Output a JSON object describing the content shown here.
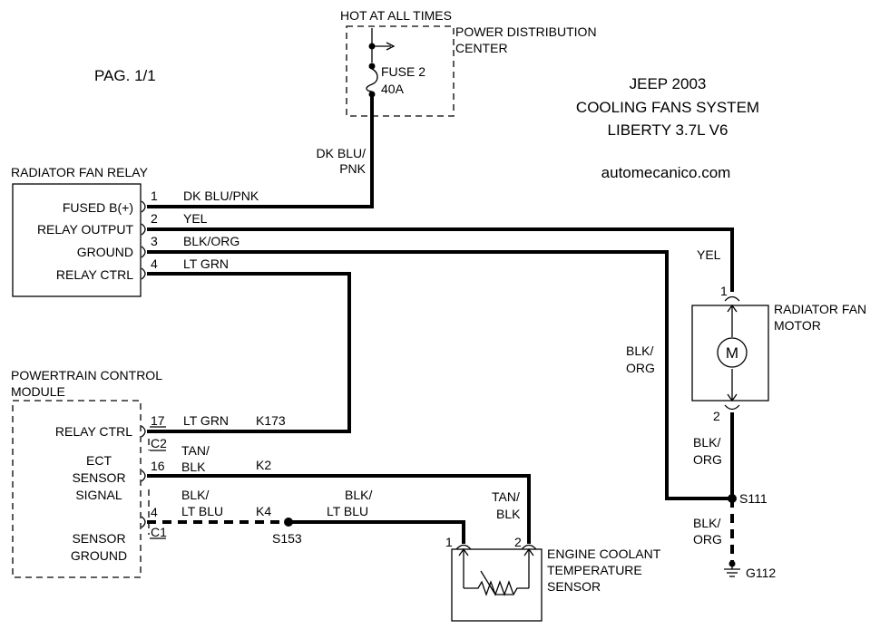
{
  "page_label": "PAG. 1/1",
  "title": {
    "line1": "JEEP 2003",
    "line2": "COOLING FANS SYSTEM",
    "line3": "LIBERTY 3.7L V6",
    "site": "automecanico.com"
  },
  "pdc": {
    "hot_label": "HOT AT ALL TIMES",
    "name_line1": "POWER DISTRIBUTION",
    "name_line2": "CENTER",
    "fuse_name": "FUSE 2",
    "fuse_rating": "40A"
  },
  "relay": {
    "title": "RADIATOR FAN RELAY",
    "pins": [
      {
        "label": "FUSED B(+)",
        "num": "1",
        "wire": "DK BLU/PNK"
      },
      {
        "label": "RELAY OUTPUT",
        "num": "2",
        "wire": "YEL"
      },
      {
        "label": "GROUND",
        "num": "3",
        "wire": "BLK/ORG"
      },
      {
        "label": "RELAY CTRL",
        "num": "4",
        "wire": "LT GRN"
      }
    ]
  },
  "wires": {
    "pdc_feed_line1": "DK BLU/",
    "pdc_feed_line2": "PNK",
    "motor_feed": "YEL",
    "relay_ground_line1": "BLK/",
    "relay_ground_line2": "ORG",
    "motor_ground_line1": "BLK/",
    "motor_ground_line2": "ORG",
    "g112_line1": "BLK/",
    "g112_line2": "ORG",
    "sensor_signal_line1": "TAN/",
    "sensor_signal_line2": "BLK",
    "s153_line1": "BLK/",
    "s153_line2": "LT BLU"
  },
  "motor": {
    "name_line1": "RADIATOR FAN",
    "name_line2": "MOTOR",
    "symbol": "M",
    "pin1": "1",
    "pin2": "2"
  },
  "splices": {
    "s111": "S111",
    "s153": "S153",
    "g112": "G112"
  },
  "pcm": {
    "title_line1": "POWERTRAIN CONTROL",
    "title_line2": "MODULE",
    "relay_ctrl": {
      "label": "RELAY CTRL",
      "pin": "17",
      "conn": "C2",
      "wire": "LT GRN",
      "circuit": "K173"
    },
    "ect_signal": {
      "label_line1": "ECT",
      "label_line2": "SENSOR",
      "label_line3": "SIGNAL",
      "pin": "16",
      "wire_line1": "TAN/",
      "wire_line2": "BLK",
      "circuit": "K2"
    },
    "sensor_ground": {
      "label_line1": "SENSOR",
      "label_line2": "GROUND",
      "pin": "4",
      "conn": "C1",
      "wire_line1": "BLK/",
      "wire_line2": "LT BLU",
      "circuit": "K4"
    }
  },
  "ect_sensor": {
    "name_line1": "ENGINE COOLANT",
    "name_line2": "TEMPERATURE",
    "name_line3": "SENSOR",
    "pin1": "1",
    "pin2": "2"
  }
}
